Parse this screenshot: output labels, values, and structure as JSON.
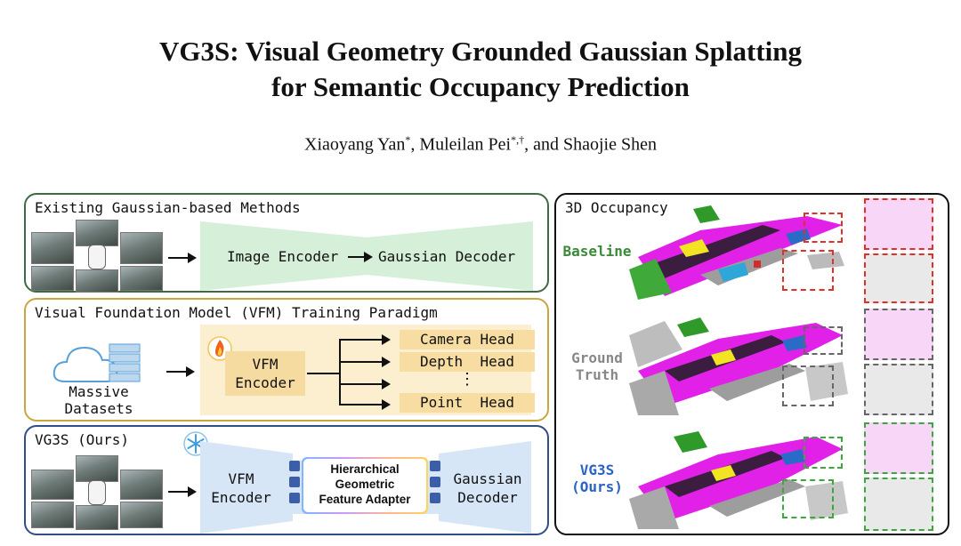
{
  "header": {
    "title_line1": "VG3S: Visual Geometry Grounded Gaussian Splatting",
    "title_line2": "for Semantic Occupancy Prediction",
    "authors_a": "Xiaoyang Yan",
    "authors_a_sup": "*",
    "authors_b": ", Muleilan Pei",
    "authors_b_sup": "*,†",
    "authors_c": ", and Shaojie Shen"
  },
  "panels": {
    "existing": {
      "title": "Existing Gaussian-based Methods",
      "image_encoder": "Image Encoder",
      "gaussian_decoder": "Gaussian Decoder",
      "color": "#3d6b45"
    },
    "vfm": {
      "title": "Visual Foundation Model (VFM) Training Paradigm",
      "datasets_line1": "Massive",
      "datasets_line2": "Datasets",
      "encoder_line1": "VFM",
      "encoder_line2": "Encoder",
      "heads": [
        "Camera Head",
        "Depth  Head",
        "⋮",
        "Point  Head"
      ],
      "color": "#c9a641"
    },
    "ours": {
      "title": "VG3S (Ours)",
      "encoder_line1": "VFM",
      "encoder_line2": "Encoder",
      "adapter_line1": "Hierarchical",
      "adapter_line2": "Geometric",
      "adapter_line3": "Feature Adapter",
      "decoder_line1": "Gaussian",
      "decoder_line2": "Decoder",
      "color": "#2f4f86"
    },
    "occupancy": {
      "title": "3D Occupancy",
      "rows": [
        {
          "label_line1": "Baseline",
          "label_line2": "",
          "color": "#3a8a3a",
          "box_color": "#e0302a"
        },
        {
          "label_line1": "Ground",
          "label_line2": "Truth",
          "color": "#888888",
          "box_color": "#666666"
        },
        {
          "label_line1": "VG3S",
          "label_line2": "(Ours)",
          "color": "#2a63c4",
          "box_color": "#3aa83a"
        }
      ]
    }
  }
}
